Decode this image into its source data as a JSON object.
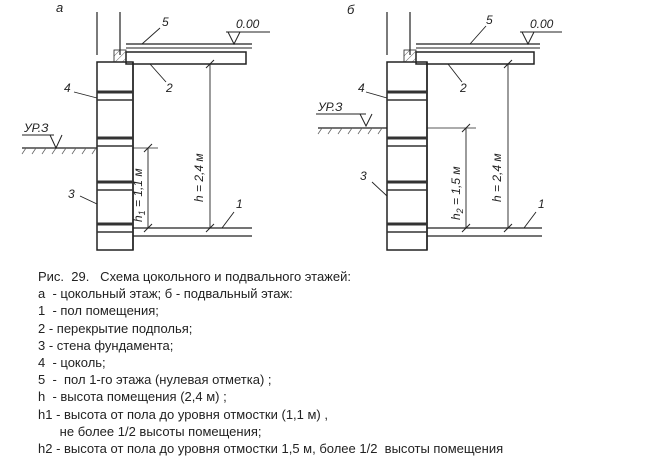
{
  "diagram": {
    "panel_a_letter": "а",
    "panel_b_letter": "б",
    "zero_mark": "0.00",
    "ground_label": "УР.З",
    "num_1": "1",
    "num_2": "2",
    "num_3": "3",
    "num_4": "4",
    "num_5": "5",
    "h_label": "h = 2,4 м",
    "h1_prefix": "h",
    "h1_sub": "1",
    "h1_value": " = 1,1 м",
    "h2_prefix": "h",
    "h2_sub": "2",
    "h2_value": " = 1,5 м"
  },
  "caption": {
    "title": "Рис.  29.   Схема цокольного и подвального этажей:",
    "lines": [
      "а  - цокольный этаж; б - подвальный этаж:",
      "1  - пол помещения;",
      "2 - перекрытие подполья;",
      "3 - стена фундамента;",
      "4  - цоколь;",
      "5  -  пол 1-го этажа (нулевая отметка) ;",
      "h  - высота помещения (2,4 м) ;",
      "h1 - высота от пола до уровня отмостки (1,1 м) ,",
      "      не более 1/2 высоты помещения;",
      "h2 - высота от пола до уровня отмостки 1,5 м, более 1/2  высоты помещения"
    ]
  }
}
